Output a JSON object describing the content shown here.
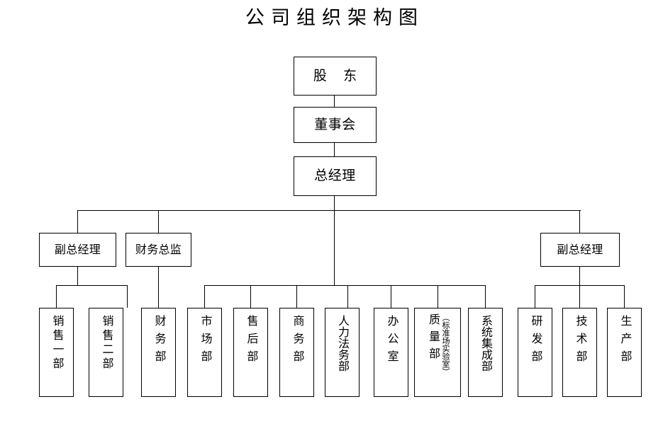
{
  "title": "公司组织架构图",
  "top_nodes": [
    {
      "id": "shareholders",
      "label": "股 东"
    },
    {
      "id": "board",
      "label": "董事会"
    },
    {
      "id": "general-manager",
      "label": "总经理"
    }
  ],
  "mid_nodes": [
    {
      "id": "deputy-gm-left",
      "label": "副总经理"
    },
    {
      "id": "finance-director",
      "label": "财务总监"
    },
    {
      "id": "deputy-gm-right",
      "label": "副总经理"
    }
  ],
  "leaf_nodes": [
    {
      "id": "sales-dept-1",
      "label": "销售一部"
    },
    {
      "id": "sales-dept-2",
      "label": "销售二部"
    },
    {
      "id": "finance-dept",
      "label": "财务部"
    },
    {
      "id": "marketing-dept",
      "label": "市场部"
    },
    {
      "id": "after-sales-dept",
      "label": "售后部"
    },
    {
      "id": "business-dept",
      "label": "商务部"
    },
    {
      "id": "hr-legal-dept",
      "label": "人力法务部"
    },
    {
      "id": "office",
      "label": "办公室"
    },
    {
      "id": "quality-dept",
      "label": "质量部",
      "note": "（标准场实验室）"
    },
    {
      "id": "system-integration-dept",
      "label": "系统集成部"
    },
    {
      "id": "rnd-dept",
      "label": "研发部"
    },
    {
      "id": "technology-dept",
      "label": "技术部"
    },
    {
      "id": "production-dept",
      "label": "生产部"
    }
  ],
  "colors": {
    "background": "#ffffff",
    "line": "#000000",
    "text": "#000000"
  }
}
